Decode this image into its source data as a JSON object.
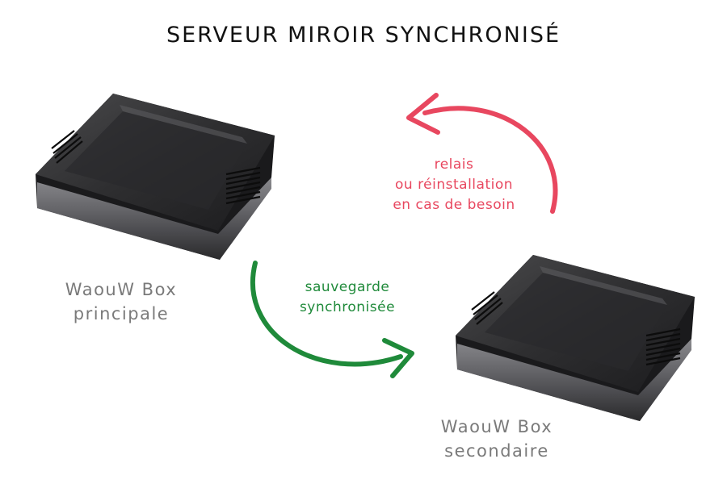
{
  "title": "SERVEUR MIROIR SYNCHRONISÉ",
  "primary": {
    "line1": "WaouW Box",
    "line2": "principale"
  },
  "secondary": {
    "line1": "WaouW Box",
    "line2": "secondaire"
  },
  "sync_arrow": {
    "line1": "sauvegarde",
    "line2": "synchronisée",
    "color": "#1f8a3a"
  },
  "relay_arrow": {
    "line1": "relais",
    "line2": "ou réinstallation",
    "line3": "en cas de besoin",
    "color": "#e8475f"
  }
}
